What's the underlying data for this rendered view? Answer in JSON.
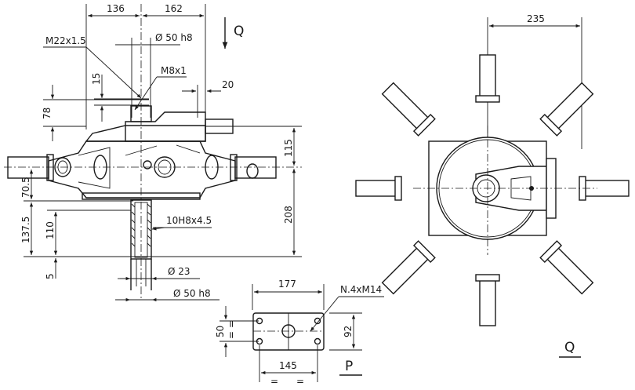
{
  "drawing": {
    "title": "Gearbox technical drawing",
    "views": {
      "front": {
        "dimensions": {
          "d136": "136",
          "d162": "162",
          "d20": "20",
          "d15": "15",
          "d78": "78",
          "d115": "115",
          "d208": "208",
          "d70_5": "70.5",
          "d137_5": "137.5",
          "d110": "110",
          "d5": "5"
        },
        "callouts": {
          "m22": "M22x1.5",
          "m8": "M8x1",
          "dia50_top": "Ø 50 h8",
          "spline": "10H8x4.5",
          "dia23": "Ø 23",
          "dia50_bottom": "Ø 50 h8"
        },
        "view_arrow_label": "Q"
      },
      "flange": {
        "dimensions": {
          "d177": "177",
          "d145": "145",
          "d50": "50",
          "d92": "92",
          "eq": "="
        },
        "callouts": {
          "holes": "N.4xM14"
        },
        "label": "P"
      },
      "top": {
        "dimensions": {
          "d235": "235"
        },
        "label": "Q"
      }
    }
  }
}
